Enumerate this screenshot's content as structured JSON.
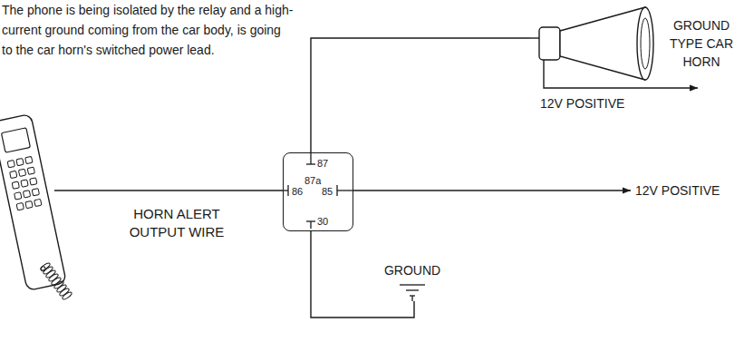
{
  "diagram": {
    "nodes": [
      {
        "text": [
          "87",
          "87a",
          "86",
          "85",
          "30"
        ]
      },
      {
        "text": [
          "GROUND TYPE CAR HORN"
        ]
      },
      {
        "text": [
          "GROUND"
        ]
      }
    ],
    "edges": [
      {
        "from": 0,
        "to": 1,
        "arrow": "none"
      },
      {
        "from": 0,
        "to": 2,
        "arrow": "none"
      }
    ],
    "labels": [
      "The phone is being isolated by the relay and a high-current ground coming from the car body, is going to the car horn's switched power lead.",
      "HORN ALERT OUTPUT WIRE",
      "12V POSITIVE",
      "12V POSITIVE"
    ]
  }
}
